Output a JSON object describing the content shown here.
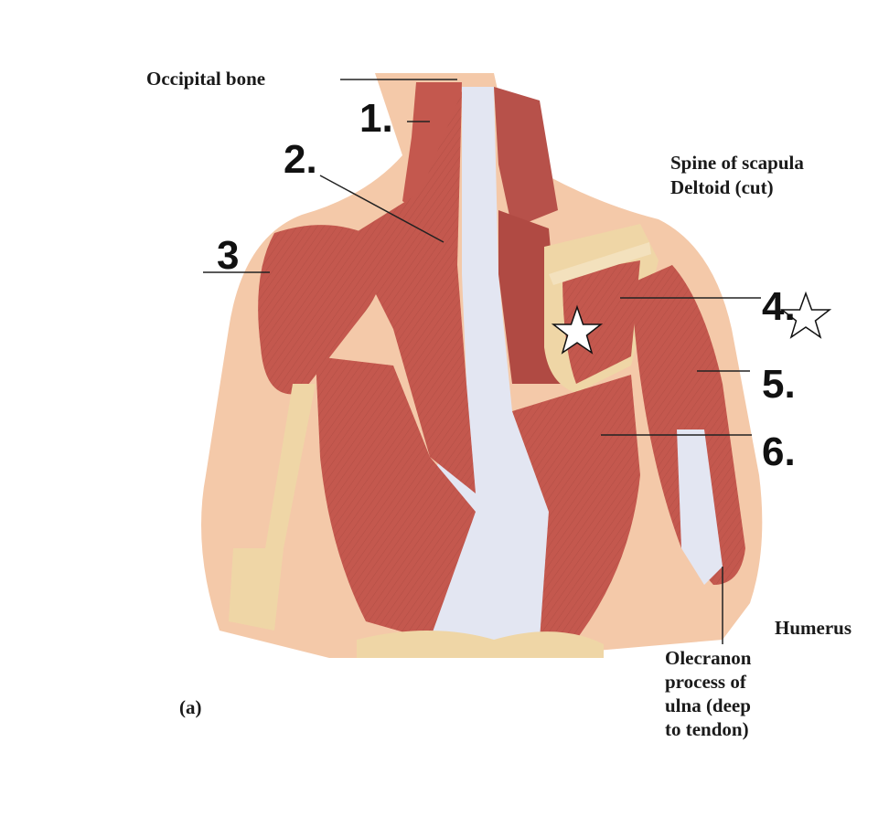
{
  "labels": {
    "occipital_bone": "Occipital bone",
    "spine_of_scapula": "Spine of scapula",
    "deltoid_cut": "Deltoid (cut)",
    "humerus": "Humerus",
    "olecranon_line1": "Olecranon",
    "olecranon_line2": "process of",
    "olecranon_line3": "ulna (deep",
    "olecranon_line4": "to tendon)",
    "panel": "(a)"
  },
  "numbers": {
    "n1": "1.",
    "n2": "2.",
    "n3": "3",
    "n4": "4.",
    "n5": "5.",
    "n6": "6."
  },
  "colors": {
    "muscle": "#c4584e",
    "muscle_dark": "#a8433b",
    "tendon": "#e3e6f2",
    "bone": "#efd6a6",
    "skin": "#f4c9a9"
  },
  "markers": [
    "star-icon",
    "star-icon"
  ]
}
